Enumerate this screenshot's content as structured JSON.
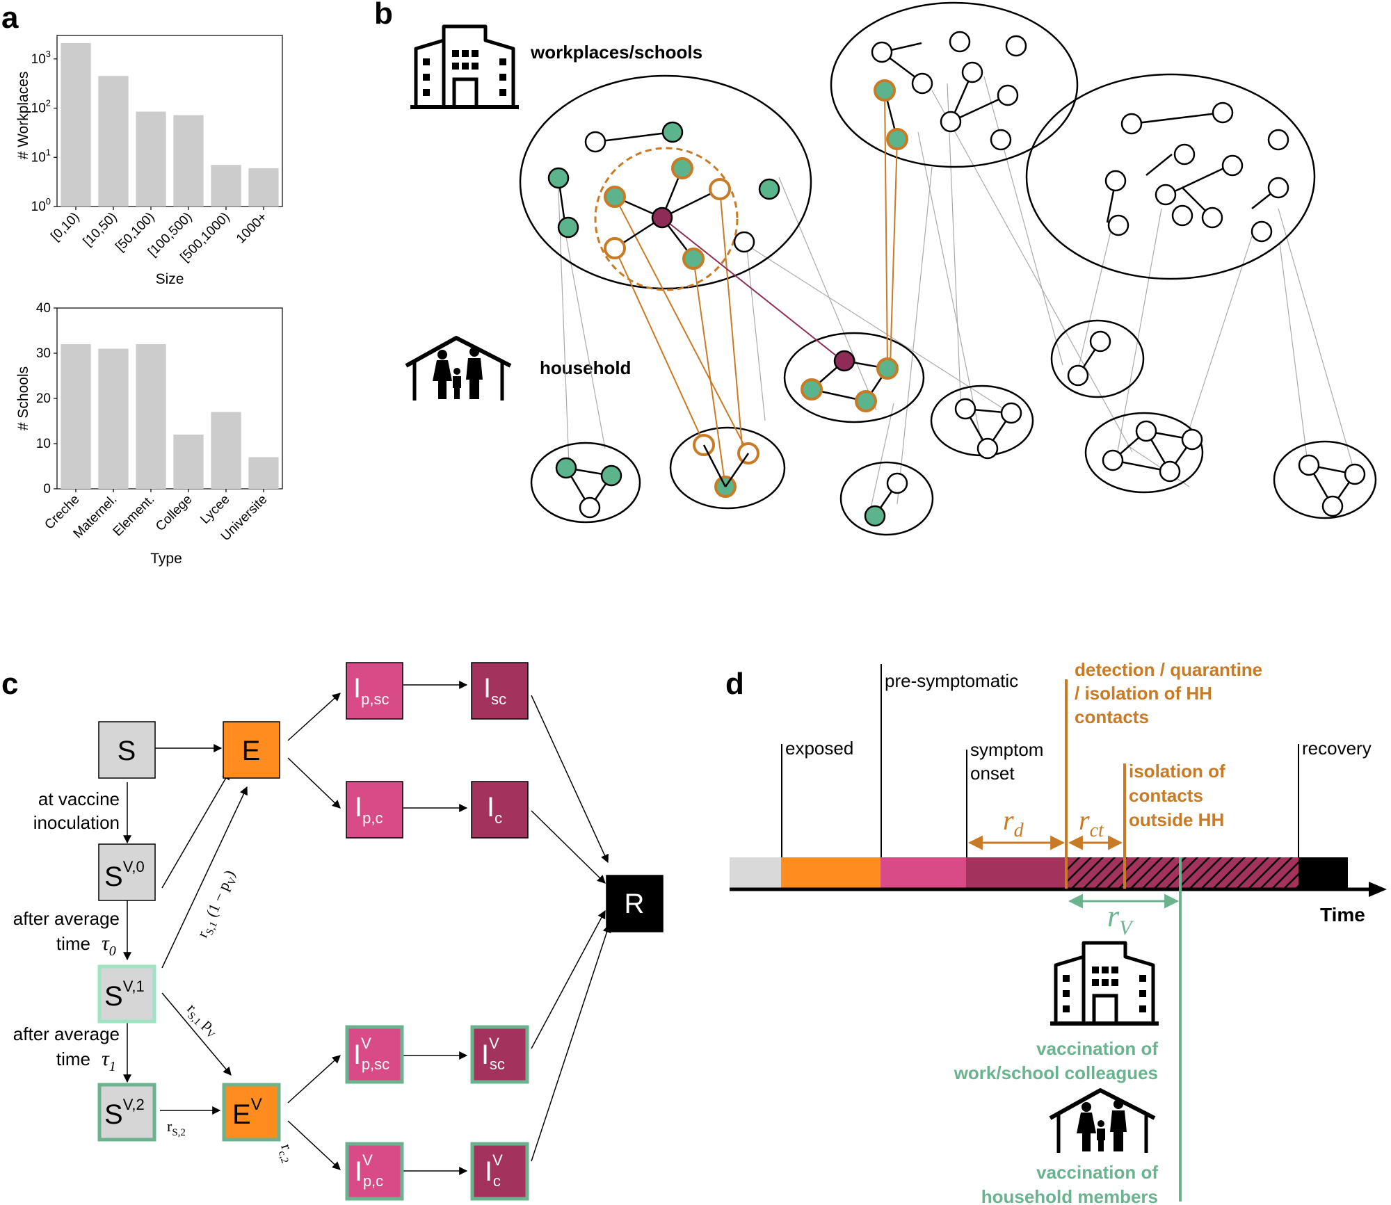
{
  "panels": {
    "a": "a",
    "b": "b",
    "c": "c",
    "d": "d"
  },
  "colors": {
    "bar": "#cccccc",
    "green": "#5bb48c",
    "orange": "#c87a24",
    "magenta": "#8e2c57",
    "exposed": "#ff8c1f",
    "presym": "#d94b86",
    "symptomatic": "#a3335c",
    "vacc_green": "#6ab38e",
    "light_green": "#9fe3c3"
  },
  "chart_data": [
    {
      "type": "bar",
      "ylabel": "# Workplaces",
      "xlabel": "Size",
      "yscale": "log",
      "ylim": [
        1,
        3000
      ],
      "yticks": [
        {
          "base": "10",
          "exp": "0",
          "value": 1
        },
        {
          "base": "10",
          "exp": "1",
          "value": 10
        },
        {
          "base": "10",
          "exp": "2",
          "value": 100
        },
        {
          "base": "10",
          "exp": "3",
          "value": 1000
        }
      ],
      "categories": [
        "[0,10)",
        "[10,50)",
        "[50,100)",
        "[100,500)",
        "[500,1000)",
        "1000+"
      ],
      "values": [
        2100,
        450,
        85,
        72,
        7,
        6
      ]
    },
    {
      "type": "bar",
      "ylabel": "# Schools",
      "xlabel": "Type",
      "yscale": "linear",
      "ylim": [
        0,
        40
      ],
      "yticks": [
        0,
        10,
        20,
        30,
        40
      ],
      "categories": [
        "Creche",
        "Maternel.",
        "Element.",
        "College",
        "Lycee",
        "Universite"
      ],
      "values": [
        32,
        31,
        32,
        12,
        17,
        7
      ]
    }
  ],
  "network": {
    "workplaces_label": "workplaces/schools",
    "household_label": "household"
  },
  "compartments": {
    "S": {
      "main": "S",
      "sup": "",
      "sub": ""
    },
    "E": {
      "main": "E",
      "sup": "",
      "sub": ""
    },
    "Ipsc": {
      "main": "I",
      "sup": "",
      "sub": "p,sc"
    },
    "Isc": {
      "main": "I",
      "sup": "",
      "sub": "sc"
    },
    "Ipc": {
      "main": "I",
      "sup": "",
      "sub": "p,c"
    },
    "Ic": {
      "main": "I",
      "sup": "",
      "sub": "c"
    },
    "SV0": {
      "main": "S",
      "sup": "V,0",
      "sub": ""
    },
    "SV1": {
      "main": "S",
      "sup": "V,1",
      "sub": ""
    },
    "SV2": {
      "main": "S",
      "sup": "V,2",
      "sub": ""
    },
    "EV": {
      "main": "E",
      "sup": "V",
      "sub": ""
    },
    "IVpsc": {
      "main": "I",
      "sup": "V",
      "sub": "p,sc"
    },
    "IVsc": {
      "main": "I",
      "sup": "V",
      "sub": "sc"
    },
    "IVpc": {
      "main": "I",
      "sup": "V",
      "sub": "p,c"
    },
    "IVc": {
      "main": "I",
      "sup": "V",
      "sub": "c"
    },
    "R": {
      "main": "R",
      "sup": "",
      "sub": ""
    }
  },
  "transitions": {
    "at_vaccine_1": "at vaccine",
    "at_vaccine_2": "inoculation",
    "after_avg_0a": "after average",
    "after_avg_0b": "time",
    "tau0": "τ",
    "tau0_sub": "0",
    "after_avg_1a": "after average",
    "after_avg_1b": "time",
    "tau1": "τ",
    "tau1_sub": "1",
    "rs1_1mpv": "r",
    "rs1_1mpv_sub": "S,1",
    "rs1_1mpv_rest": " (1 − p",
    "rs1_1mpv_sub2": "V",
    "rs1_1mpv_close": ")",
    "rs1pv": "r",
    "rs1pv_sub": "S,1",
    "rs1pv_rest": " p",
    "rs1pv_sub2": "V",
    "rs2": "r",
    "rs2_sub": "S,2",
    "rc2": "r",
    "rc2_sub": "c,2"
  },
  "timeline": {
    "exposed": "exposed",
    "presymptomatic": "pre-symptomatic",
    "symptom_1": "symptom",
    "symptom_2": "onset",
    "detection_1": "detection / quarantine",
    "detection_2": "/ isolation of HH",
    "detection_3": "contacts",
    "isolation_1": "isolation of",
    "isolation_2": "contacts",
    "isolation_3": "outside HH",
    "recovery": "recovery",
    "time": "Time",
    "rd": "r",
    "rd_sub": "d",
    "rct": "r",
    "rct_sub": "ct",
    "rv": "r",
    "rv_sub": "V",
    "vacc_work_1": "vaccination of",
    "vacc_work_2": "work/school colleagues",
    "vacc_hh_1": "vaccination of",
    "vacc_hh_2": "household members"
  }
}
